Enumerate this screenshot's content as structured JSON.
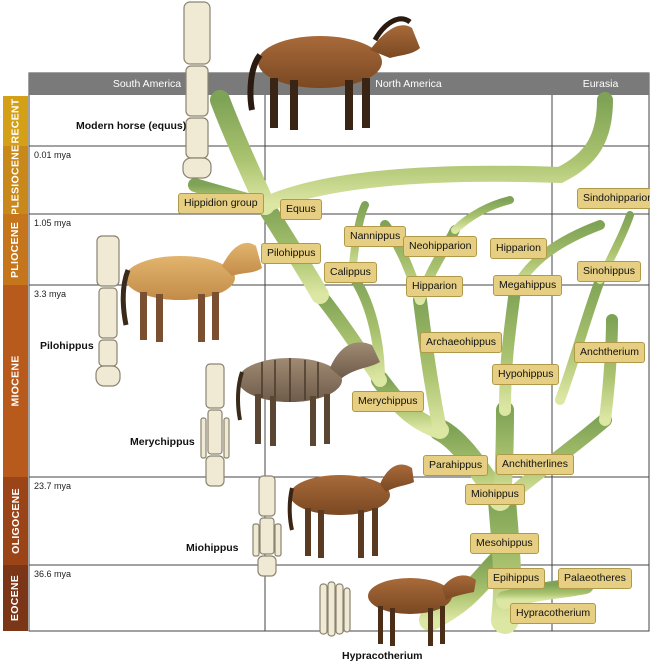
{
  "regions": {
    "south_america": "South America",
    "north_america": "North America",
    "eurasia": "Eurasia"
  },
  "epochs": [
    {
      "name": "RECENT",
      "color": "#d4a017"
    },
    {
      "name": "PLESIOCENE",
      "color": "#c8891a"
    },
    {
      "name": "PLIOCENE",
      "color": "#c5761c"
    },
    {
      "name": "MIOCENE",
      "color": "#b85a1c"
    },
    {
      "name": "OLIGOCENE",
      "color": "#9a4418"
    },
    {
      "name": "EOCENE",
      "color": "#7a3616"
    }
  ],
  "mya": [
    "0.01 mya",
    "1.05 mya",
    "3.3 mya",
    "23.7 mya",
    "36.6 mya"
  ],
  "animals": {
    "modern": "Modern horse (equus)",
    "pilohippus": "Pilohippus",
    "merychippus": "Merychippus",
    "miohippus": "Miohippus",
    "hypracotherium": "Hypracotherium"
  },
  "taxa": {
    "hippidion": "Hippidion group",
    "equus": "Equus",
    "nannippus": "Nannippus",
    "neohipparion": "Neohipparion",
    "hipparion_eu": "Hipparion",
    "sindohipparion": "Sindohipparion",
    "pilohippus": "Pilohippus",
    "calippus": "Calippus",
    "hipparion_na": "Hipparion",
    "megahippus": "Megahippus",
    "sinohippus": "Sinohippus",
    "archaeohippus": "Archaeohippus",
    "anchtherium": "Anchtherium",
    "hypohippus": "Hypohippus",
    "merychippus": "Merychippus",
    "parahippus": "Parahippus",
    "anchitherlines": "Anchitherlines",
    "miohippus": "Miohippus",
    "mesohippus": "Mesohippus",
    "epihippus": "Epihippus",
    "palaeotheres": "Palaeotheres",
    "hypracotherium": "Hypracotherium"
  },
  "colors": {
    "header": "#7a7a7a",
    "tree_dark": "#8aaa5a",
    "tree_light": "#c8d890",
    "label_fill": "#e6cf82"
  }
}
